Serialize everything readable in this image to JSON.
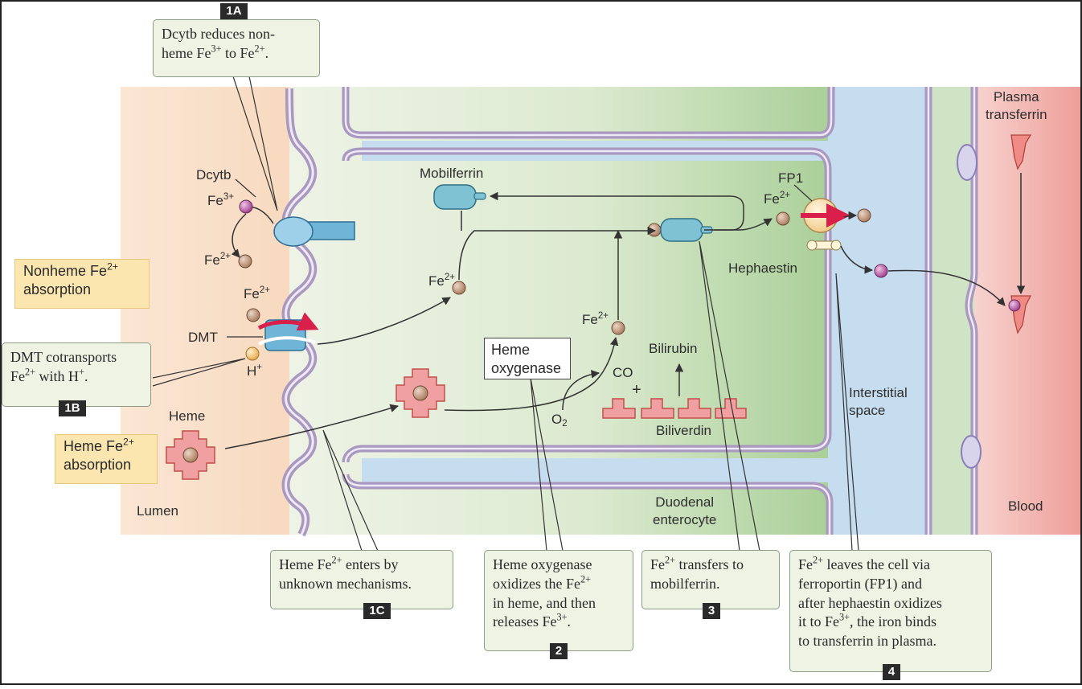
{
  "callouts": {
    "c1a": {
      "num": "1A",
      "line1": "Dcytb reduces non-",
      "line2_a": "heme Fe",
      "line2_sup1": "3+",
      "line2_b": " to Fe",
      "line2_sup2": "2+",
      "line2_c": "."
    },
    "c1b": {
      "num": "1B",
      "line1": "DMT cotransports",
      "line2_a": "Fe",
      "line2_sup1": "2+",
      "line2_b": " with H",
      "line2_sup2": "+",
      "line2_c": "."
    },
    "c1c": {
      "num": "1C",
      "line1_a": "Heme Fe",
      "line1_sup": "2+",
      "line1_b": " enters by",
      "line2": "unknown mechanisms."
    },
    "c2": {
      "num": "2",
      "line1": "Heme oxygenase",
      "line2_a": "oxidizes the Fe",
      "line2_sup": "2+",
      "line3": "in heme, and then",
      "line4_a": "releases Fe",
      "line4_sup": "3+",
      "line4_b": "."
    },
    "c3": {
      "num": "3",
      "line1_a": "Fe",
      "line1_sup": "2+",
      "line1_b": " transfers to",
      "line2": "mobilferrin."
    },
    "c4": {
      "num": "4",
      "line1_a": "Fe",
      "line1_sup": "2+",
      "line1_b": " leaves the cell via",
      "line2": "ferroportin (FP1) and",
      "line3": "after hephaestin oxidizes",
      "line4_a": "it to Fe",
      "line4_sup": "3+",
      "line4_b": ", the iron binds",
      "line5": "to transferrin in plasma."
    }
  },
  "yellow_labels": {
    "nonheme": {
      "line1_a": "Nonheme Fe",
      "line1_sup": "2+",
      "line2": "absorption"
    },
    "heme": {
      "line1_a": "Heme Fe",
      "line1_sup": "2+",
      "line2": "absorption"
    }
  },
  "labels": {
    "dcytb": "Dcytb",
    "fe": "Fe",
    "sup3": "3+",
    "sup2": "2+",
    "dmt": "DMT",
    "h": "H",
    "hplus": "+",
    "heme": "Heme",
    "lumen": "Lumen",
    "mobilferrin": "Mobilferrin",
    "heme_oxygenase_1": "Heme",
    "heme_oxygenase_2": "oxygenase",
    "co": "CO",
    "plus": "+",
    "o": "O",
    "o_sub": "2",
    "bilirubin": "Bilirubin",
    "biliverdin": "Biliverdin",
    "fp1": "FP1",
    "hephaestin": "Hephaestin",
    "interstitial_1": "Interstitial",
    "interstitial_2": "space",
    "duodenal_1": "Duodenal",
    "duodenal_2": "enterocyte",
    "plasma_1": "Plasma",
    "plasma_2": "transferrin",
    "blood": "Blood"
  },
  "colors": {
    "lumen": "#f8dcc2",
    "cytoplasm": "#d9e9cc",
    "interstitial": "#c9dff0",
    "blood": "#f0b3ad",
    "membrane": "#a999c0",
    "fe2_ball": "#c19a7f",
    "fe3_ball": "#b55aa0",
    "heme_red": "#f0a0a0",
    "transporter_blue": "#6fb5d8"
  }
}
